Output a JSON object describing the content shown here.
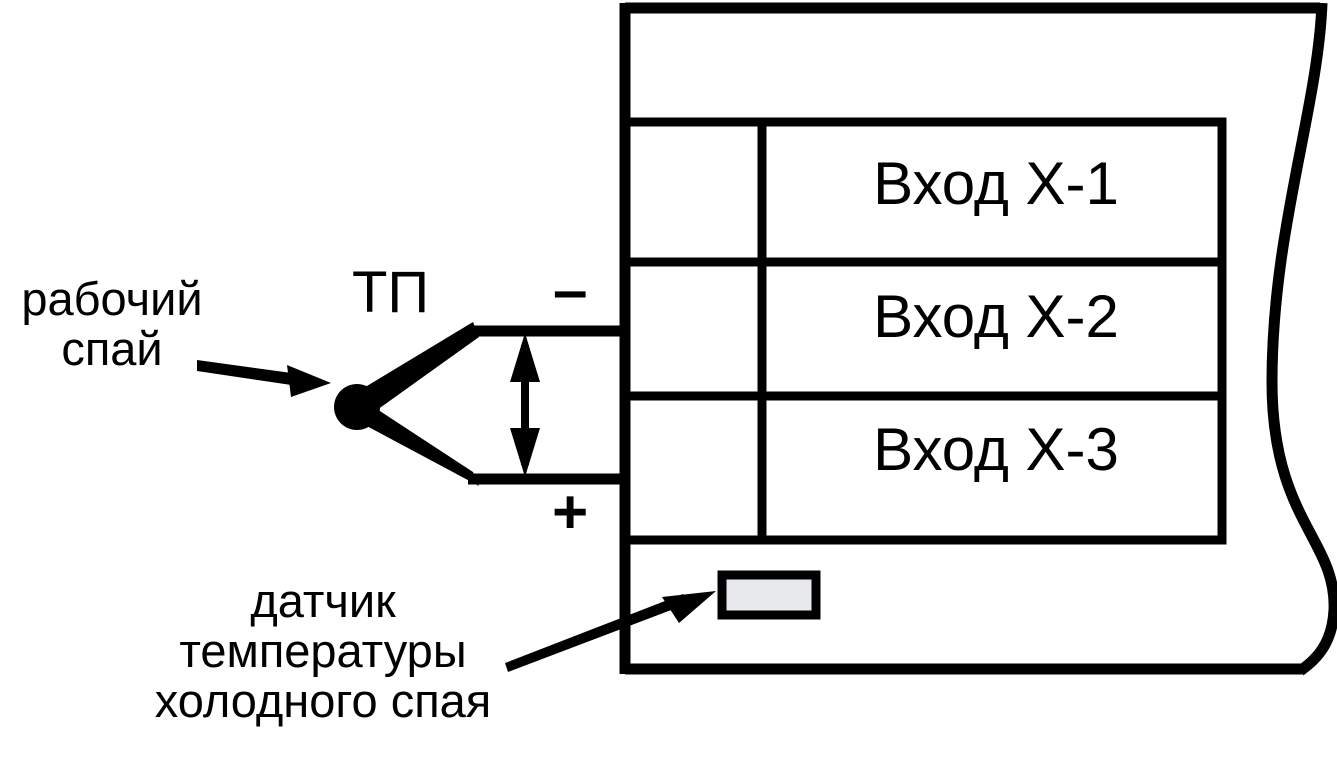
{
  "diagram": {
    "title": "Thermocouple connection to device input terminals",
    "annotations": {
      "working_junction": "рабочий\nспай",
      "thermocouple": "ТП",
      "cold_junction_sensor": "датчик\nтемпературы\nхолодного спая"
    },
    "polarity": {
      "negative": "–",
      "positive": "+"
    },
    "terminal_rows": [
      {
        "label": "Вход Х-1"
      },
      {
        "label": "Вход Х-2"
      },
      {
        "label": "Вход Х-3"
      }
    ],
    "colors": {
      "line": "#000000",
      "background": "#ffffff",
      "sensor_fill": "#e6e8eb",
      "sensor_border": "#000000"
    }
  }
}
